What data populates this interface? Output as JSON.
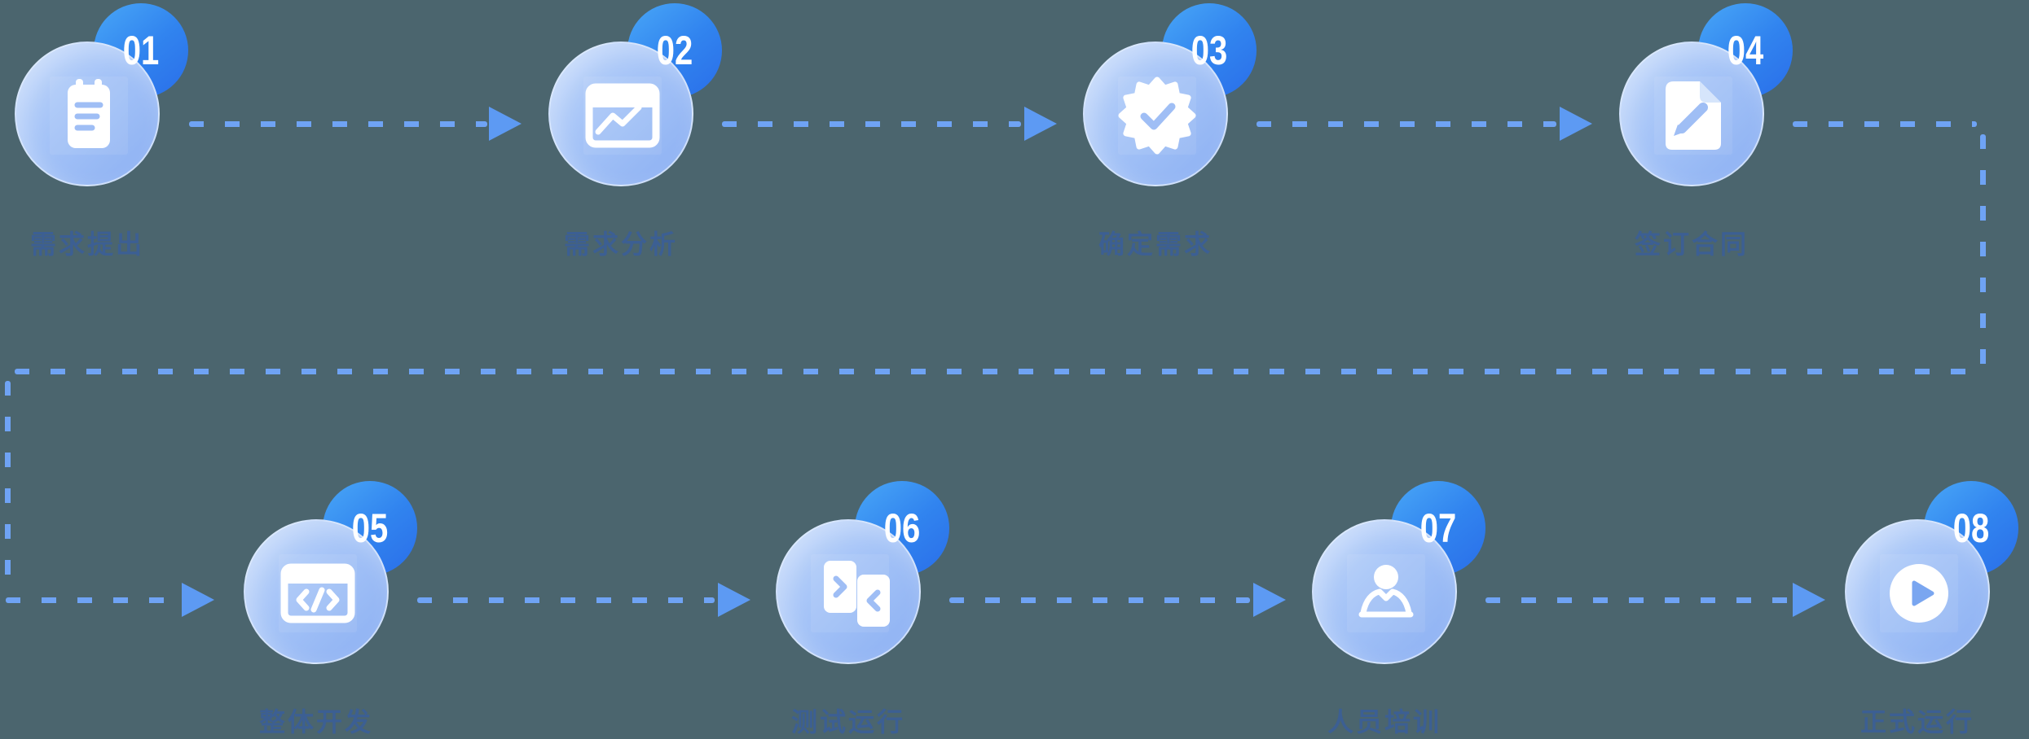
{
  "background_color": "#4B656E",
  "colors": {
    "dash": "#6FA3F4",
    "arrow": "#5D9AF3",
    "badge_gradient_start": "#49A7F7",
    "badge_gradient_end": "#2A6EE9",
    "circle_gradient_start": "#BFD6FA",
    "circle_gradient_end": "#8BAFF2",
    "label_text": "#3C5F93",
    "number_text": "#FFFFFF",
    "glyph": "#FFFFFF",
    "glyph_accent": "#9FBEF5",
    "glyph_accent_deep": "#7AA6F0"
  },
  "steps": [
    {
      "number": "01",
      "label": "需求提出",
      "icon": "memo-icon"
    },
    {
      "number": "02",
      "label": "需求分析",
      "icon": "chart-board-icon"
    },
    {
      "number": "03",
      "label": "确定需求",
      "icon": "verified-badge-icon"
    },
    {
      "number": "04",
      "label": "签订合同",
      "icon": "contract-edit-icon"
    },
    {
      "number": "05",
      "label": "整体开发",
      "icon": "code-window-icon"
    },
    {
      "number": "06",
      "label": "测试运行",
      "icon": "device-compare-icon"
    },
    {
      "number": "07",
      "label": "人员培训",
      "icon": "trainer-icon"
    },
    {
      "number": "08",
      "label": "正式运行",
      "icon": "play-icon"
    }
  ]
}
